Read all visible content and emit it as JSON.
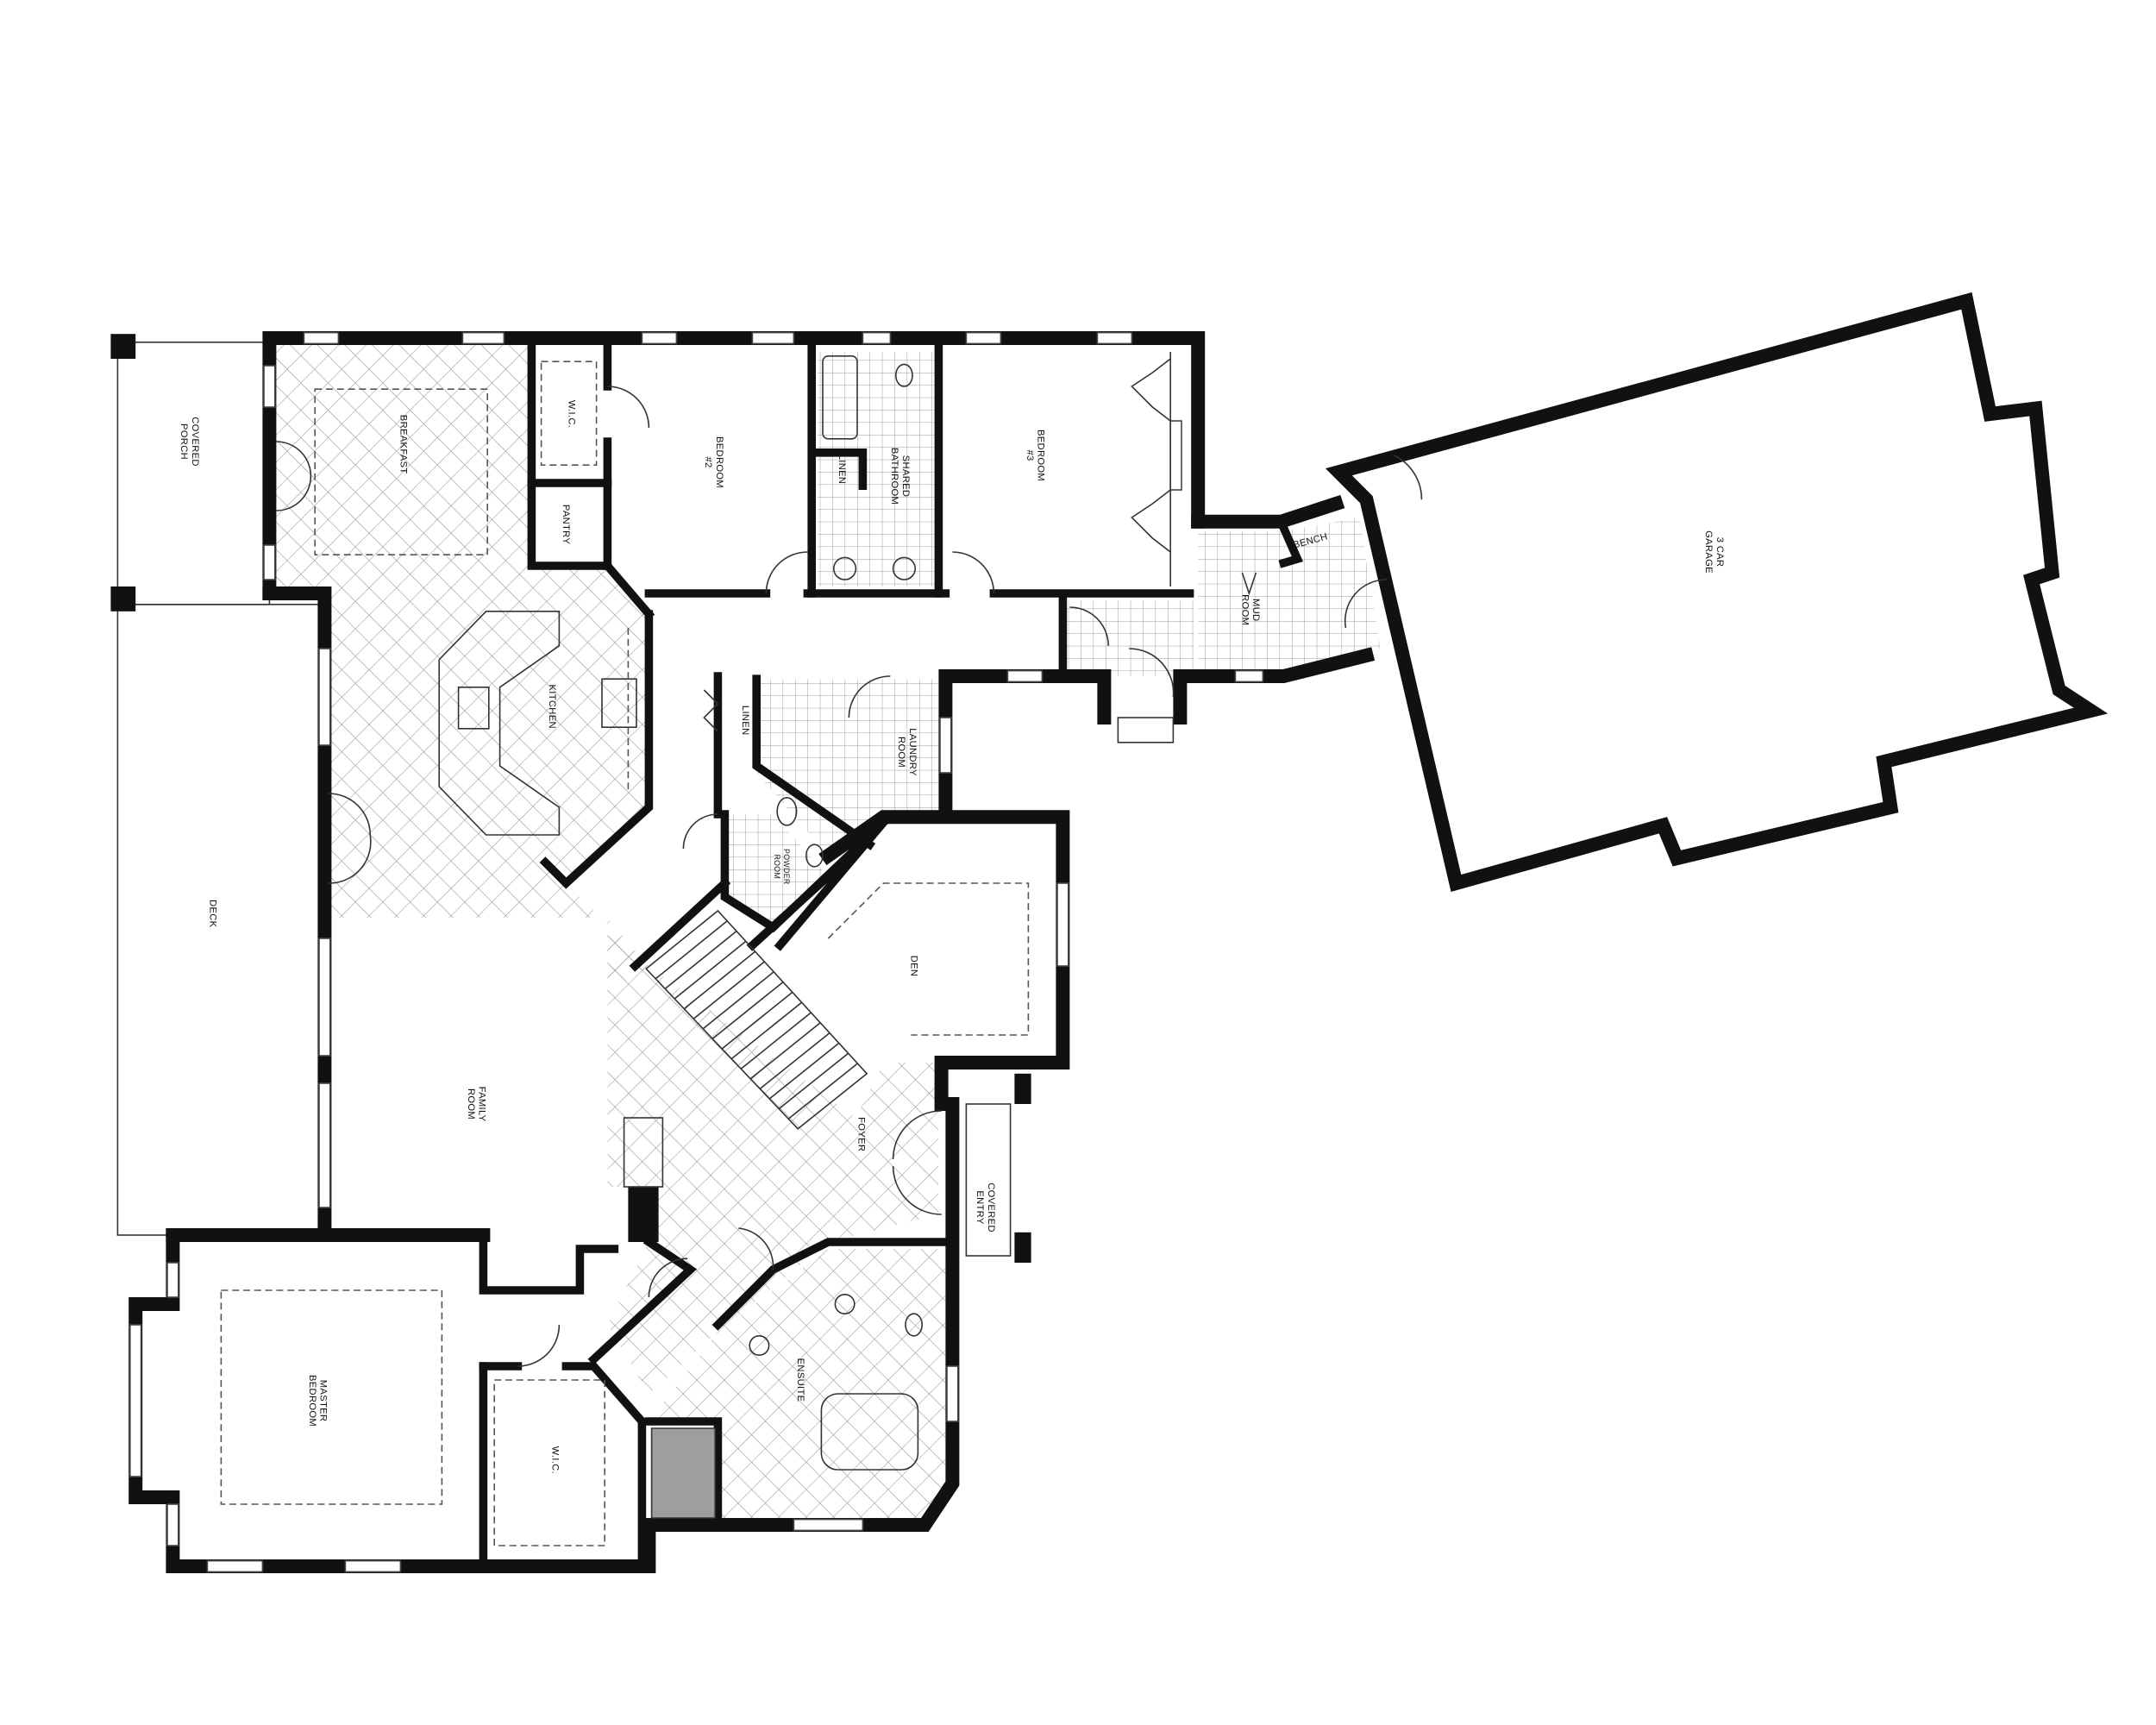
{
  "plan": {
    "colors": {
      "wall": "#111111",
      "tile": "#9a9a9a",
      "shower": "#9e9e9e",
      "background": "#ffffff"
    },
    "rooms": [
      {
        "id": "covered-porch",
        "lines": [
          "COVERED",
          "PORCH"
        ]
      },
      {
        "id": "breakfast",
        "lines": [
          "BREAKFAST"
        ]
      },
      {
        "id": "wic-bedroom-2",
        "lines": [
          "W.I.C."
        ]
      },
      {
        "id": "pantry",
        "lines": [
          "PANTRY"
        ]
      },
      {
        "id": "bedroom-2",
        "lines": [
          "BEDROOM",
          "#2"
        ]
      },
      {
        "id": "linen-bath",
        "lines": [
          "LINEN"
        ]
      },
      {
        "id": "shared-bathroom",
        "lines": [
          "SHARED",
          "BATHROOM"
        ]
      },
      {
        "id": "bedroom-3",
        "lines": [
          "BEDROOM",
          "#3"
        ]
      },
      {
        "id": "kitchen",
        "lines": [
          "KITCHEN"
        ]
      },
      {
        "id": "linen-hall",
        "lines": [
          "LINEN"
        ]
      },
      {
        "id": "laundry-room",
        "lines": [
          "LAUNDRY",
          "ROOM"
        ]
      },
      {
        "id": "powder-room",
        "lines": [
          "POWDER",
          "ROOM"
        ]
      },
      {
        "id": "mud-room",
        "lines": [
          "MUD",
          "ROOM"
        ]
      },
      {
        "id": "bench",
        "lines": [
          "BENCH"
        ]
      },
      {
        "id": "garage",
        "lines": [
          "3 CAR",
          "GARAGE"
        ]
      },
      {
        "id": "deck",
        "lines": [
          "DECK"
        ]
      },
      {
        "id": "family-room",
        "lines": [
          "FAMILY",
          "ROOM"
        ]
      },
      {
        "id": "den",
        "lines": [
          "DEN"
        ]
      },
      {
        "id": "foyer",
        "lines": [
          "FOYER"
        ]
      },
      {
        "id": "covered-entry",
        "lines": [
          "COVERED",
          "ENTRY"
        ]
      },
      {
        "id": "master-bedroom",
        "lines": [
          "MASTER",
          "BEDROOM"
        ]
      },
      {
        "id": "wic-master",
        "lines": [
          "W.I.C."
        ]
      },
      {
        "id": "ensuite",
        "lines": [
          "ENSUITE"
        ]
      }
    ]
  }
}
